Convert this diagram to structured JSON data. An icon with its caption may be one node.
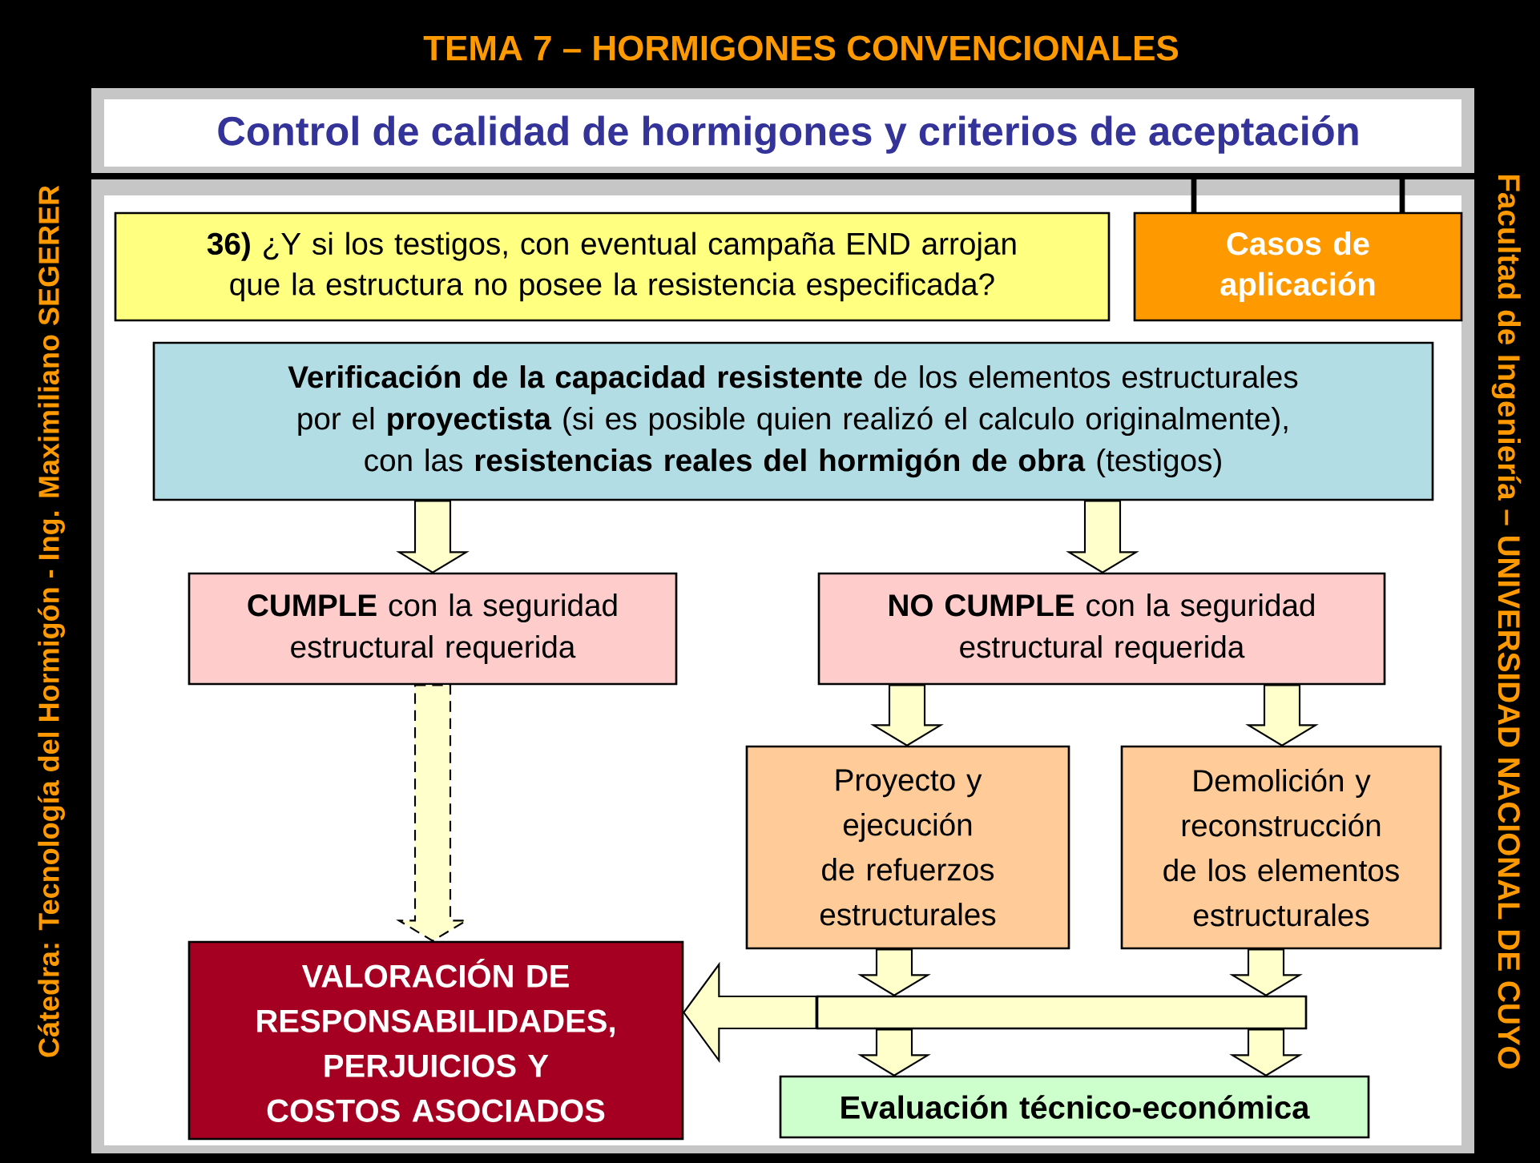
{
  "diagram": {
    "title": "TEMA 7 – HORMIGONES CONVENCIONALES",
    "nodes": [
      {
        "text": [
          "**36)** ¿Y si los testigos, con eventual campaña END arrojan que la estructura no posee la resistencia especificada?"
        ]
      },
      {
        "text": [
          "Casos de aplicación"
        ]
      },
      {
        "text": [
          "**Verificación de la capacidad resistente** de los elementos estructurales por el **proyectista** (si es posible quien realizó el calculo originalmente), con las **resistencias reales del hormigón de obra** (testigos)"
        ]
      },
      {
        "text": [
          "**CUMPLE** con la seguridad estructural requerida"
        ]
      },
      {
        "text": [
          "**NO CUMPLE** con la seguridad estructural requerida"
        ]
      },
      {
        "text": [
          "Proyecto y ejecución de refuerzos estructurales"
        ]
      },
      {
        "text": [
          "Demolición y reconstrucción de los elementos estructurales"
        ]
      },
      {
        "text": [
          "VALORACIÓN DE RESPONSABILIDADES, PERJUICIOS Y COSTOS ASOCIADOS"
        ]
      },
      {
        "text": [
          "Evaluación técnico-económica"
        ]
      },
      {
        "text": [],
        "shape": "bar"
      }
    ],
    "edges": [
      {
        "from": 2,
        "to": 3,
        "arrow": "to"
      },
      {
        "from": 2,
        "to": 4,
        "arrow": "to"
      },
      {
        "from": 3,
        "to": 7,
        "arrow": "to",
        "style": "dashed"
      },
      {
        "from": 4,
        "to": 5,
        "arrow": "to"
      },
      {
        "from": 4,
        "to": 6,
        "arrow": "to"
      },
      {
        "from": 5,
        "to": 9,
        "arrow": "to"
      },
      {
        "from": 6,
        "to": 9,
        "arrow": "to"
      },
      {
        "from": 9,
        "to": 7,
        "arrow": "to"
      },
      {
        "from": 9,
        "to": 8,
        "arrow": "to"
      },
      {
        "from": 9,
        "to": 8,
        "arrow": "to"
      }
    ],
    "labels": [
      "Control de calidad de hormigones y criterios de aceptación",
      "Cátedra: Tecnología del Hormigón - Ing. Maximiliano SEGERER",
      "Facultad de Ingeniería – UNIVERSIDAD NACIONAL DE CUYO"
    ]
  }
}
